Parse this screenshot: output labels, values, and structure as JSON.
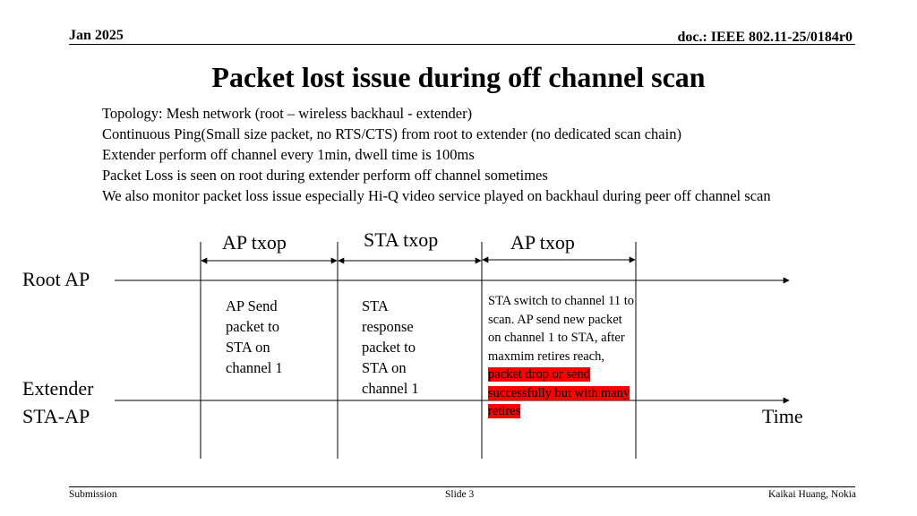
{
  "header": {
    "date": "Jan 2025",
    "doc": "doc.: IEEE 802.11-25/0184r0"
  },
  "title": "Packet lost issue during off channel scan",
  "bullets": [
    "Topology: Mesh network (root – wireless backhaul - extender)",
    "Continuous Ping(Small size packet, no RTS/CTS) from root to extender (no dedicated scan chain)",
    "Extender perform off channel every 1min, dwell time is 100ms",
    "Packet Loss is seen on root during extender perform off channel sometimes",
    "We also monitor packet loss issue especially Hi-Q video service played on backhaul during peer off channel scan"
  ],
  "diagram": {
    "txop_labels": [
      "AP txop",
      "STA txop",
      "AP txop"
    ],
    "root_label": "Root AP",
    "extender_label_line1": "Extender",
    "extender_label_line2": "STA-AP",
    "time_label": "Time",
    "notes": {
      "ap_send": "AP Send packet to STA on channel 1",
      "sta_response": "STA response packet to STA on channel 1",
      "sta_switch": "STA switch to channel 11 to scan. AP send new packet on channel 1 to STA, after maxmim retires reach,",
      "sta_switch_highlight": "packet drop or send successfully but with many retires"
    },
    "highlight_color": "#ff0000"
  },
  "footer": {
    "left": "Submission",
    "center": "Slide 3",
    "right": "Kaikai Huang, Nokia"
  }
}
